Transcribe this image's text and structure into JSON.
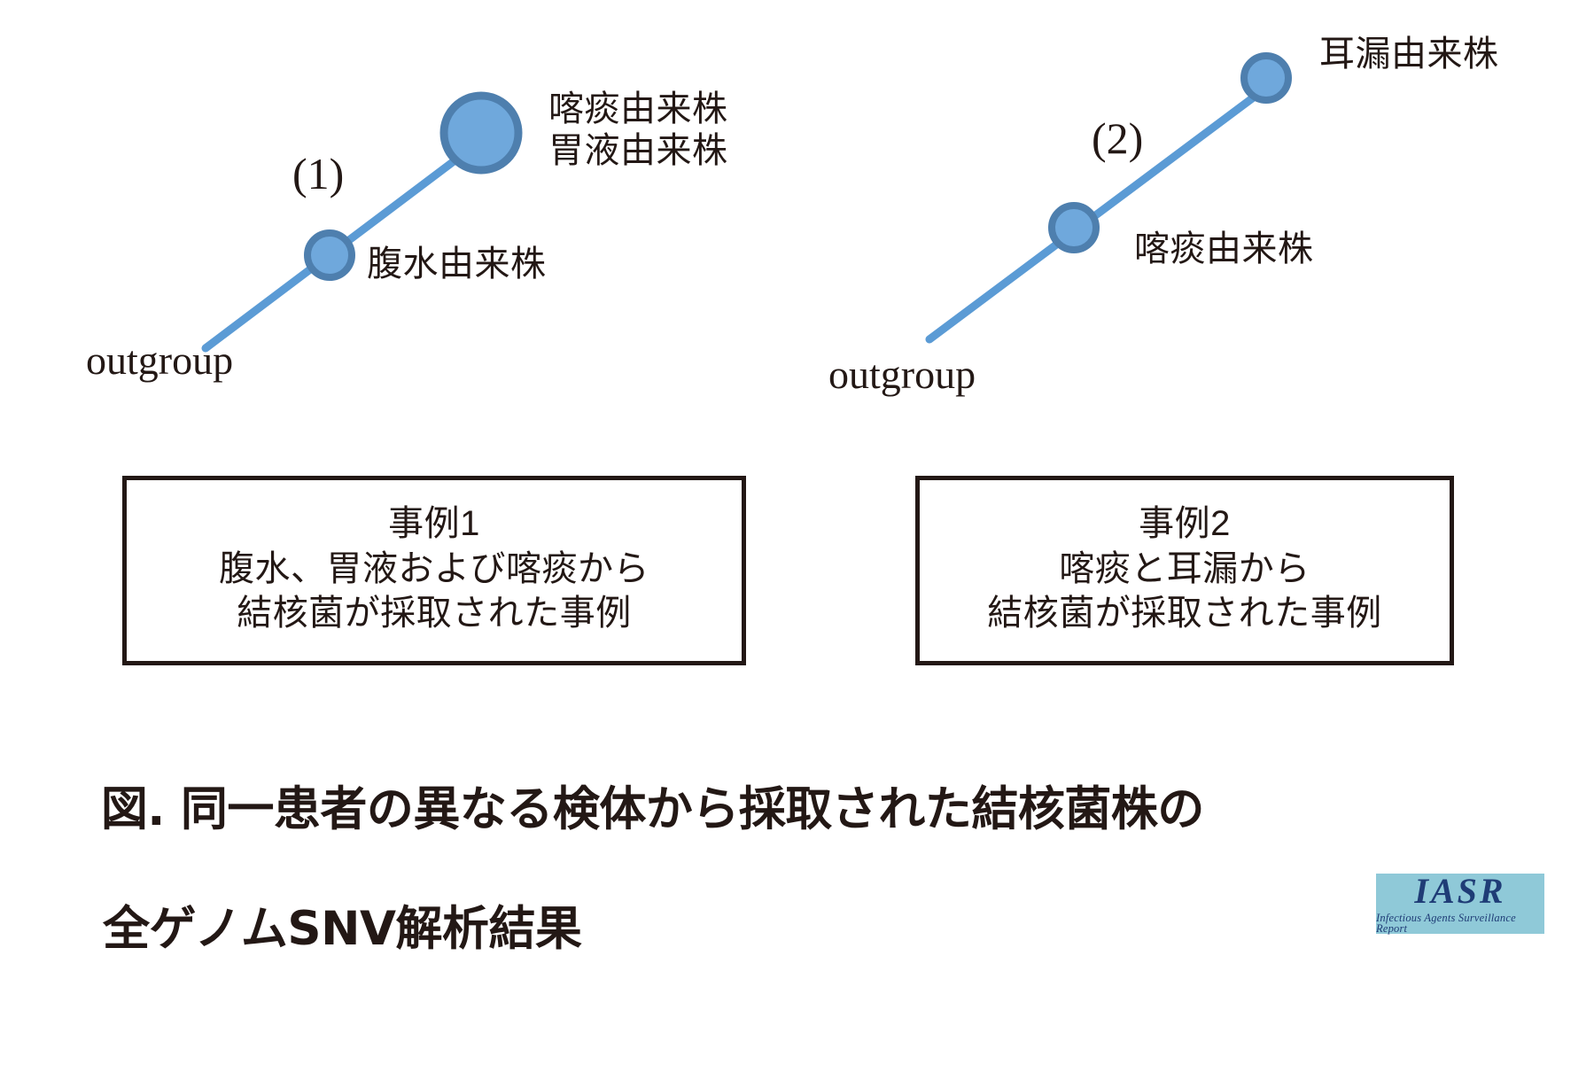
{
  "figure": {
    "background_color": "#ffffff",
    "text_color": "#231815",
    "branch_color": "#5B9BD5",
    "node_fill": "#6FA8DC",
    "node_stroke": "#4E7FAE"
  },
  "panels": [
    {
      "id": "case1",
      "branch_label": "(1)",
      "outgroup_label": "outgroup",
      "nodes": [
        {
          "name": "node-large-sputum-gastric",
          "label": "喀痰由来株\n胃液由来株",
          "label_lines": [
            "喀痰由来株",
            "胃液由来株"
          ],
          "size": "large"
        },
        {
          "name": "node-small-ascites",
          "label": "腹水由来株",
          "label_lines": [
            "腹水由来株"
          ],
          "size": "small"
        }
      ],
      "box": {
        "lines": [
          "事例1",
          "腹水、胃液および喀痰から",
          "結核菌が採取された事例"
        ]
      }
    },
    {
      "id": "case2",
      "branch_label": "(2)",
      "outgroup_label": "outgroup",
      "nodes": [
        {
          "name": "node-small-otorrhea",
          "label": "耳漏由来株",
          "label_lines": [
            "耳漏由来株"
          ],
          "size": "small"
        },
        {
          "name": "node-small-sputum",
          "label": "喀痰由来株",
          "label_lines": [
            "喀痰由来株"
          ],
          "size": "small"
        }
      ],
      "box": {
        "lines": [
          "事例2",
          "喀痰と耳漏から",
          "結核菌が採取された事例"
        ]
      }
    }
  ],
  "caption": {
    "line1": "図. 同一患者の異なる検体から採取された結核菌株の",
    "line2": "全ゲノムSNV解析結果"
  },
  "logo": {
    "mark": "IASR",
    "subtitle": "Infectious Agents Surveillance Report",
    "background_color": "#8FC9D8",
    "text_color": "#1F3C76"
  }
}
